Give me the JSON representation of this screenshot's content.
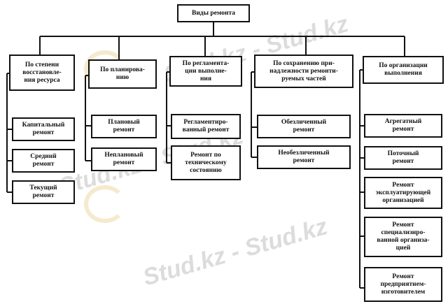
{
  "watermark": "Stud.kz - Stud.kz",
  "root": "Виды ремонта",
  "columns": [
    {
      "header": "По степени\nвосстановле-\nния ресурса",
      "items": [
        "Капитальный\nремонт",
        "Средний\nремонт",
        "Текущий\nремонт"
      ]
    },
    {
      "header": "По планирова-\nнию",
      "items": [
        "Плановый\nремонт",
        "Неплановый\nремонт"
      ]
    },
    {
      "header": "По регламента-\nции выполне-\nния",
      "items": [
        "Регламентиро-\nванный ремонт",
        "Ремонт по\nтехническому\nсостоянию"
      ]
    },
    {
      "header": "По сохранению при-\nнадлежности ремонти-\nруемых частей",
      "items": [
        "Обезличенный\nремонт",
        "Необезличенный\nремонт"
      ]
    },
    {
      "header": "По организации\nвыполнения",
      "items": [
        "Агрегатный\nремонт",
        "Поточный\nремонт",
        "Ремонт\nэксплуатирующей\nорганизацией",
        "Ремонт\nспециализиро-\nванной организа-\nцией",
        "Ремонт\nпредприятием-\nизготовителем"
      ]
    }
  ]
}
